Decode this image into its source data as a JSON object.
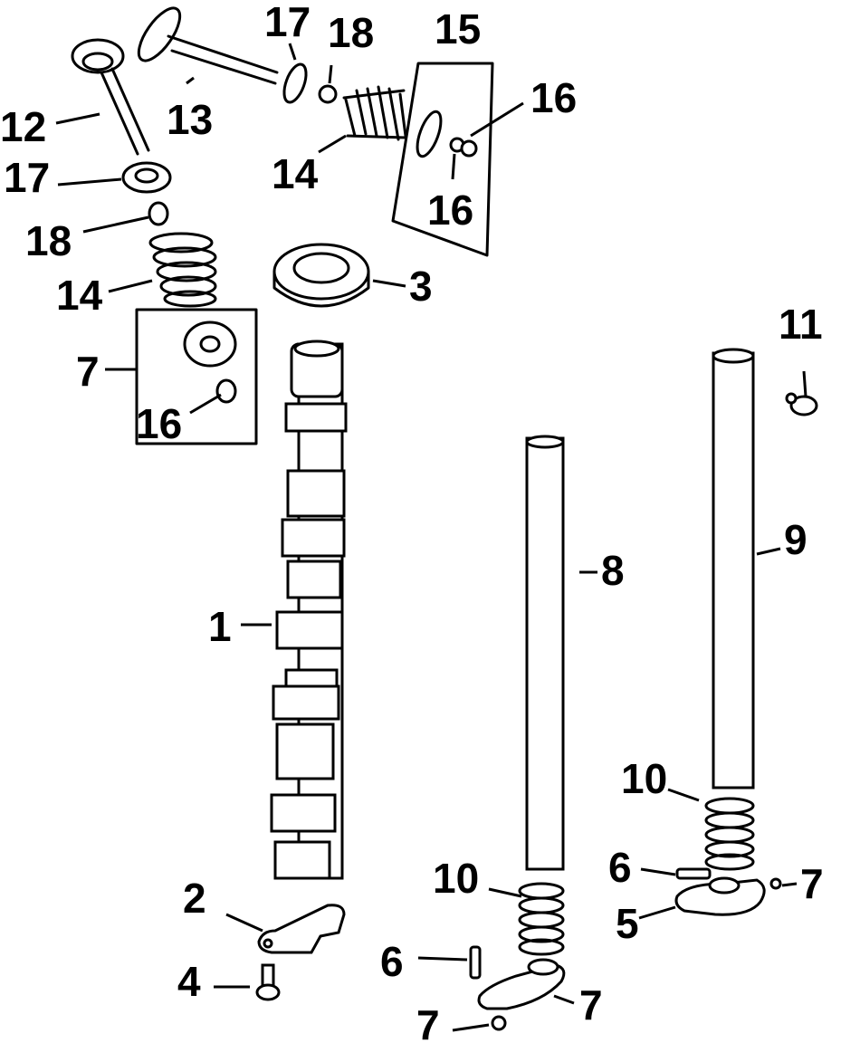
{
  "callouts": [
    {
      "id": "c1",
      "label": "1"
    },
    {
      "id": "c2",
      "label": "2"
    },
    {
      "id": "c3",
      "label": "3"
    },
    {
      "id": "c4",
      "label": "4"
    },
    {
      "id": "c5",
      "label": "5"
    },
    {
      "id": "c6a",
      "label": "6"
    },
    {
      "id": "c6b",
      "label": "6"
    },
    {
      "id": "c7a",
      "label": "7"
    },
    {
      "id": "c7b",
      "label": "7"
    },
    {
      "id": "c7c",
      "label": "7"
    },
    {
      "id": "c7d",
      "label": "7"
    },
    {
      "id": "c8",
      "label": "8"
    },
    {
      "id": "c9",
      "label": "9"
    },
    {
      "id": "c10a",
      "label": "10"
    },
    {
      "id": "c10b",
      "label": "10"
    },
    {
      "id": "c11",
      "label": "11"
    },
    {
      "id": "c12",
      "label": "12"
    },
    {
      "id": "c13",
      "label": "13"
    },
    {
      "id": "c14a",
      "label": "14"
    },
    {
      "id": "c14b",
      "label": "14"
    },
    {
      "id": "c15",
      "label": "15"
    },
    {
      "id": "c16a",
      "label": "16"
    },
    {
      "id": "c16b",
      "label": "16"
    },
    {
      "id": "c16c",
      "label": "16"
    },
    {
      "id": "c17a",
      "label": "17"
    },
    {
      "id": "c17b",
      "label": "17"
    },
    {
      "id": "c18a",
      "label": "18"
    },
    {
      "id": "c18b",
      "label": "18"
    }
  ]
}
